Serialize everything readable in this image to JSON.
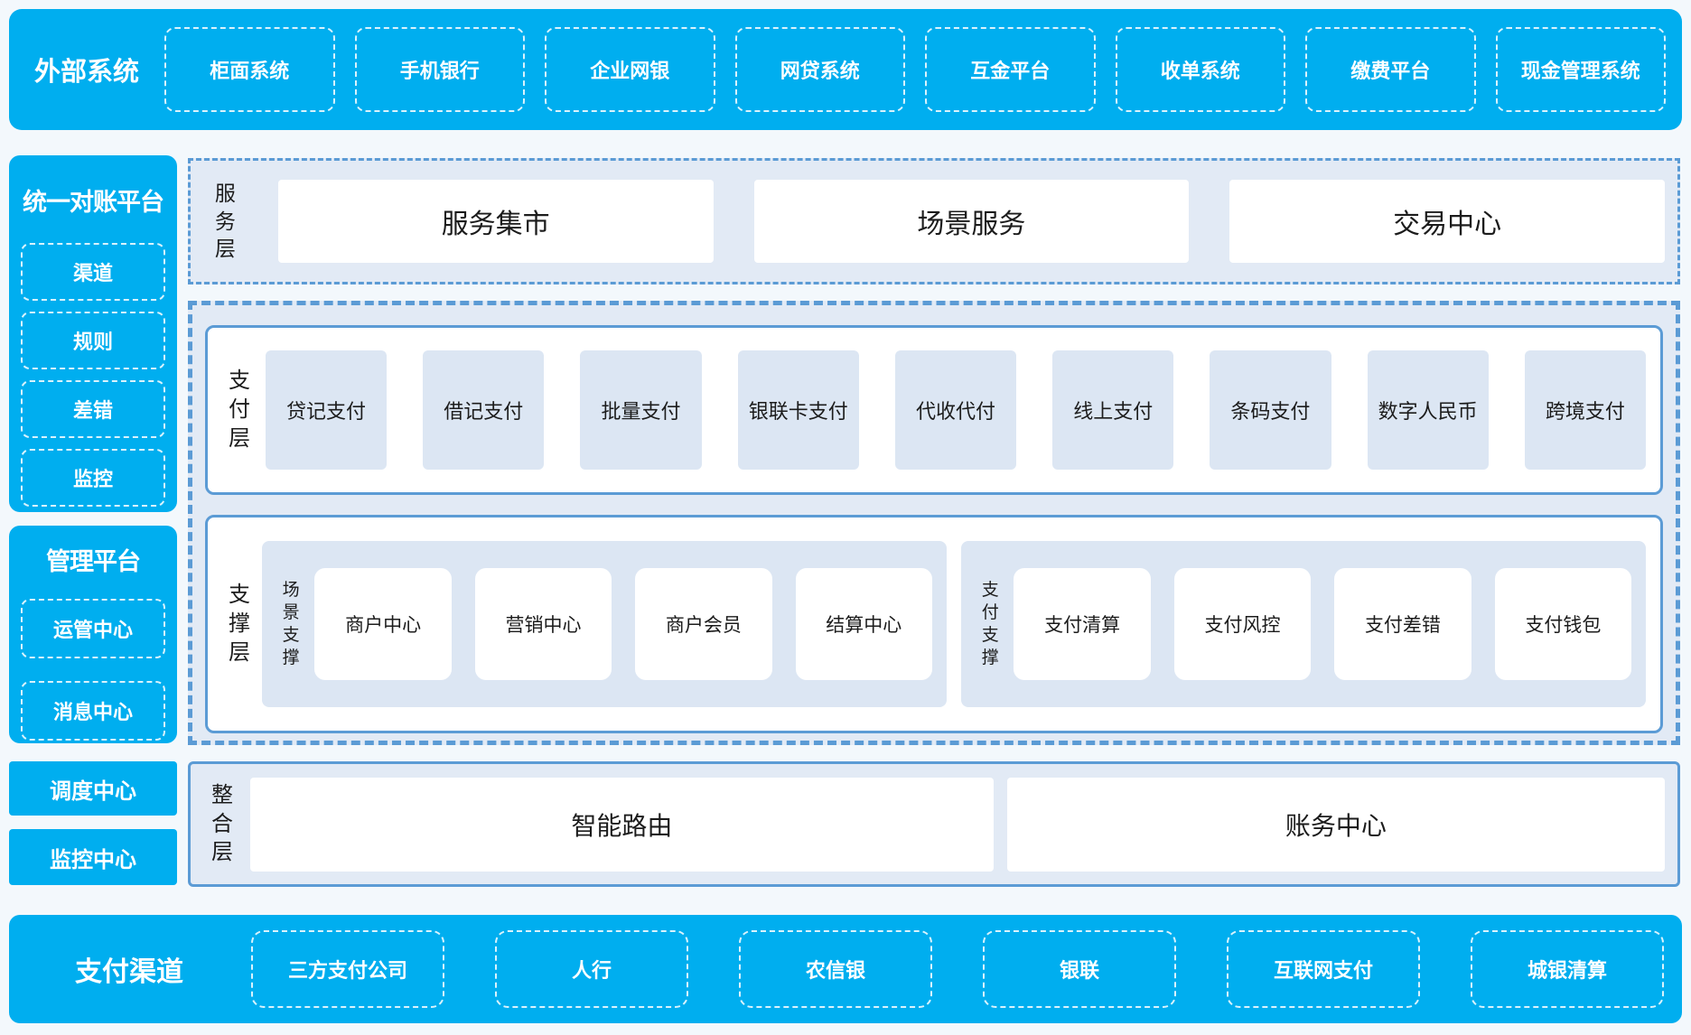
{
  "colors": {
    "brand": "#00AEEF",
    "panel": "#E2EAF5",
    "fill": "#DCE6F3",
    "line": "#5B9BD5",
    "ink": "#1C1C1C"
  },
  "top_band": {
    "label": "外部系统",
    "items": [
      "柜面系统",
      "手机银行",
      "企业网银",
      "网贷系统",
      "互金平台",
      "收单系统",
      "缴费平台",
      "现金管理系统"
    ]
  },
  "sidebar": {
    "reconciliation": {
      "title": "统一对账平台",
      "items": [
        "渠道",
        "规则",
        "差错",
        "监控"
      ]
    },
    "management": {
      "title": "管理平台",
      "items": [
        "运管中心",
        "消息中心"
      ]
    },
    "solo_boxes": [
      "调度中心",
      "监控中心"
    ]
  },
  "service_layer": {
    "label": "服务层",
    "items": [
      "服务集市",
      "场景服务",
      "交易中心"
    ]
  },
  "payment_layer": {
    "label": "支付层",
    "items": [
      "贷记支付",
      "借记支付",
      "批量支付",
      "银联卡支付",
      "代收代付",
      "线上支付",
      "条码支付",
      "数字人民币",
      "跨境支付"
    ]
  },
  "support_layer": {
    "label": "支撑层",
    "groups": [
      {
        "label": "场景支撑",
        "items": [
          "商户中心",
          "营销中心",
          "商户会员",
          "结算中心"
        ]
      },
      {
        "label": "支付支撑",
        "items": [
          "支付清算",
          "支付风控",
          "支付差错",
          "支付钱包"
        ]
      }
    ]
  },
  "integration_layer": {
    "label": "整合层",
    "items": [
      "智能路由",
      "账务中心"
    ]
  },
  "bottom_band": {
    "label": "支付渠道",
    "items": [
      "三方支付公司",
      "人行",
      "农信银",
      "银联",
      "互联网支付",
      "城银清算"
    ]
  }
}
